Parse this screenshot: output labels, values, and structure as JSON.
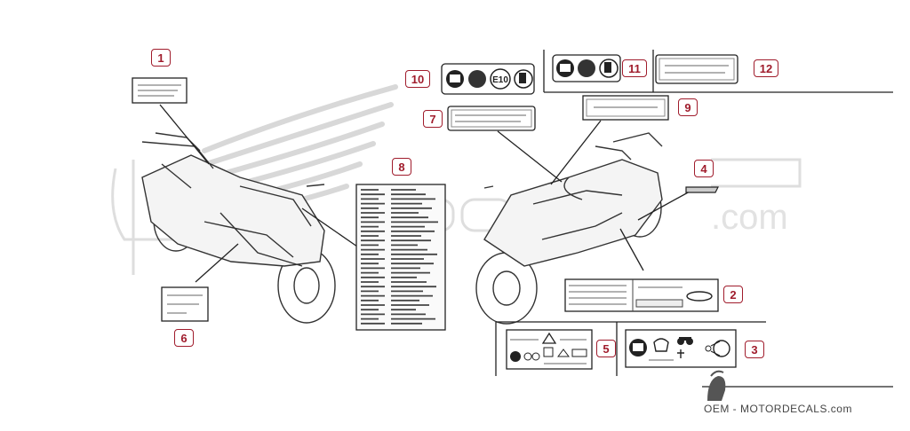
{
  "diagram": {
    "callouts": [
      "1",
      "2",
      "3",
      "4",
      "5",
      "6",
      "7",
      "8",
      "9",
      "10",
      "11",
      "12"
    ],
    "fuel_label_text": "E10",
    "watermark_text": ".com",
    "footer_brand": "OEM - MOTORDECALS.com",
    "accent_color": "#a01c2c",
    "line_color": "#222222"
  }
}
